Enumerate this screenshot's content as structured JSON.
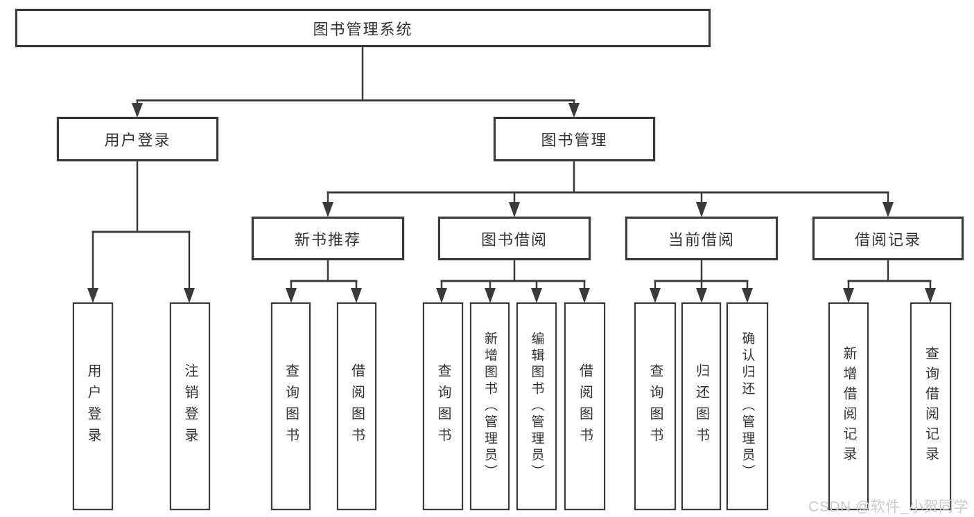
{
  "diagram": {
    "title": "图书管理系统",
    "root": {
      "label": "图书管理系统"
    },
    "level1": [
      {
        "label": "用户登录"
      },
      {
        "label": "图书管理"
      }
    ],
    "level2": [
      {
        "label": "新书推荐"
      },
      {
        "label": "图书借阅"
      },
      {
        "label": "当前借阅"
      },
      {
        "label": "借阅记录"
      }
    ],
    "leaves": [
      {
        "label": "用户登录"
      },
      {
        "label": "注销登录"
      },
      {
        "label": "查询图书"
      },
      {
        "label": "借阅图书"
      },
      {
        "label": "查询图书"
      },
      {
        "label": "新增图书（管理员）"
      },
      {
        "label": "编辑图书（管理员）"
      },
      {
        "label": "借阅图书"
      },
      {
        "label": "查询图书"
      },
      {
        "label": "归还图书"
      },
      {
        "label": "确认归还（管理员）"
      },
      {
        "label": "新增借阅记录"
      },
      {
        "label": "查询借阅记录"
      }
    ],
    "watermark": "CSDN @软件_小贺同学",
    "colors": {
      "line": "#3a3a3a",
      "border": "#3a3a3a",
      "text": "#333333",
      "background": "#ffffff",
      "watermark": "#c9c9c9"
    }
  }
}
